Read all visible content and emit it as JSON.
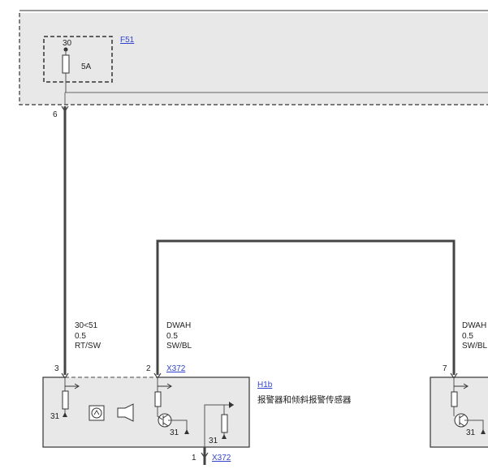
{
  "fuse_box": {
    "link": "F51",
    "fuse_terminal": "30",
    "fuse_rating": "5A",
    "output_pin": "6"
  },
  "wire_left": {
    "signal": "30<51",
    "gauge": "0.5",
    "color": "RT/SW",
    "pin": "3"
  },
  "wire_middle": {
    "signal": "DWAH",
    "gauge": "0.5",
    "color": "SW/BL",
    "pin": "2",
    "connector_link": "X372"
  },
  "wire_right": {
    "signal": "DWAH",
    "gauge": "0.5",
    "color": "SW/BL",
    "pin": "7"
  },
  "module": {
    "link": "H1b",
    "description": "报警器和倾斜报警传感器",
    "ground_labels": [
      "31",
      "31",
      "31"
    ],
    "bottom_pin": "1",
    "bottom_connector_link": "X372"
  },
  "module_right": {
    "ground_label": "31"
  },
  "colors": {
    "wire": "#444444",
    "box_fill": "#e8e8e8",
    "box_stroke": "#333333",
    "link": "#3344cc"
  }
}
